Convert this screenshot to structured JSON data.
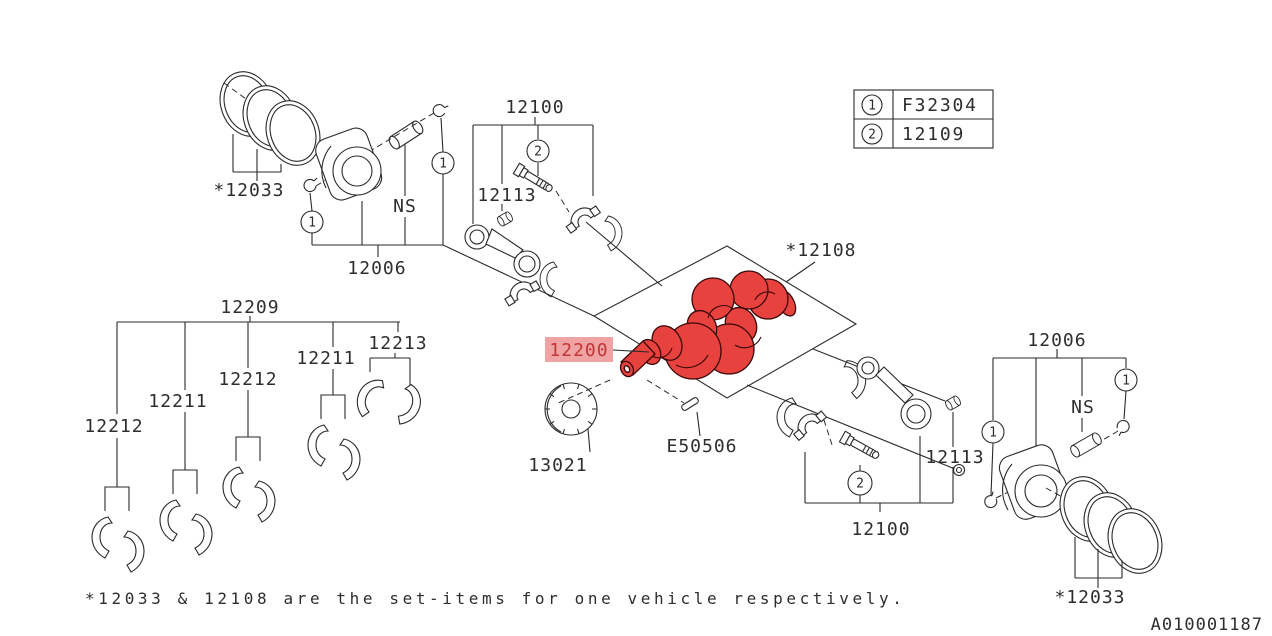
{
  "colors": {
    "line": "#2a2a2a",
    "highlight_bg": "#f0a3a3",
    "highlight_text": "#c03636",
    "crank_fill": "#e8423e",
    "crank_stroke": "#3a0808"
  },
  "legend": {
    "rows": [
      {
        "num": "1",
        "code": "F32304"
      },
      {
        "num": "2",
        "code": "12109"
      }
    ]
  },
  "callouts": {
    "one": "1",
    "two": "2"
  },
  "labels": {
    "piston_rings_left": "*12033",
    "ns_left": "NS",
    "piston_assy_left": "12006",
    "conrod_group_top": "12100",
    "conrod_bushing_top": "12113",
    "main_bearing_set": "12209",
    "main_bearing_1": "12212",
    "main_bearing_2": "12211",
    "main_bearing_3": "12212",
    "main_bearing_4": "12211",
    "main_bearing_5": "12213",
    "crankshaft": "12200",
    "crankshaft_set": "*12108",
    "sprocket": "13021",
    "woodruff_key": "E50506",
    "conrod_bushing_bottom": "12113",
    "conrod_group_bottom": "12100",
    "piston_assy_right": "12006",
    "ns_right": "NS",
    "piston_rings_right": "*12033"
  },
  "note": "*12033 & 12108 are the set-items for one vehicle respectively.",
  "drawing_number": "A010001187"
}
